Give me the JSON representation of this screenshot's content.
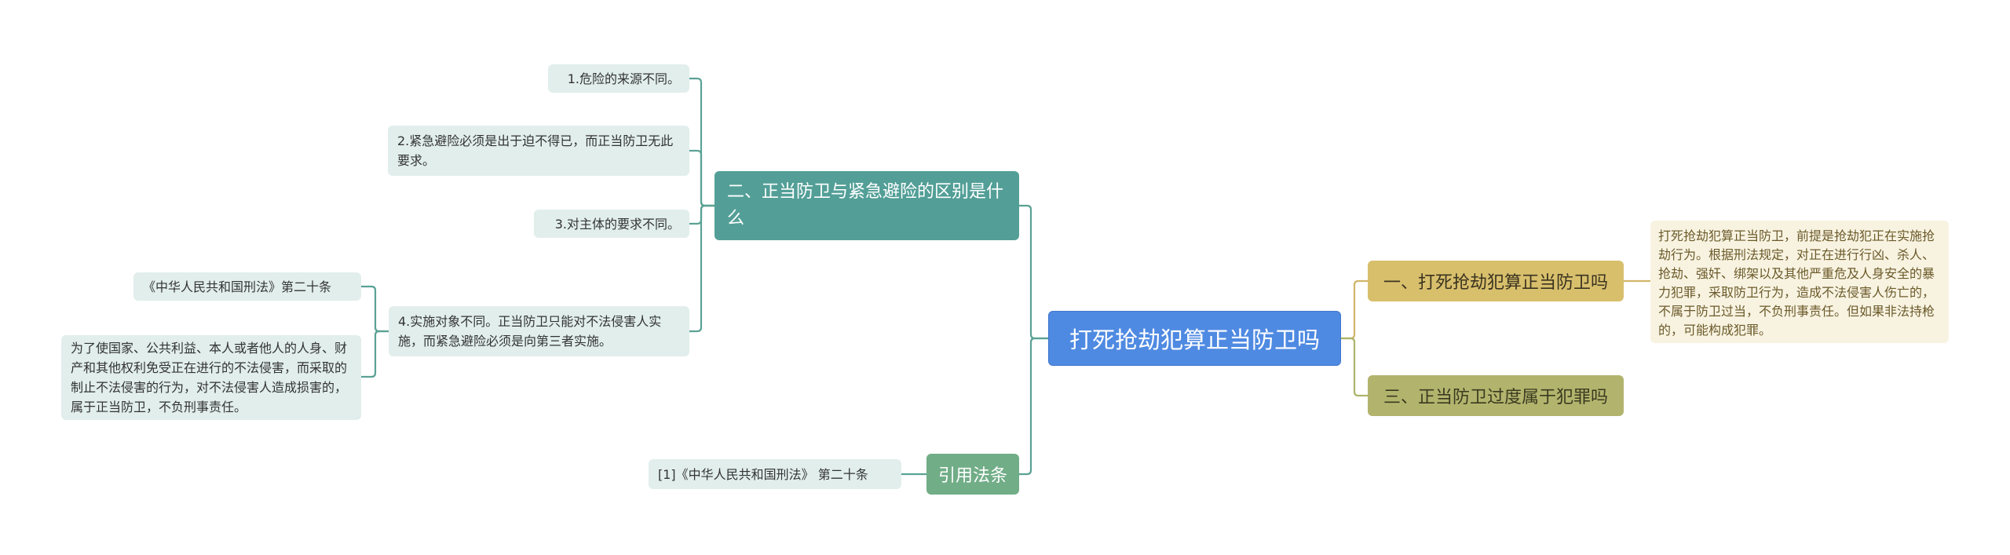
{
  "colors": {
    "root": "#4f8ae2",
    "branch_teal": "#539f97",
    "branch_green": "#71ad87",
    "branch_gold": "#d8bf6c",
    "branch_olive": "#b2b46d",
    "leaf_teal_bg": "#e1eeec",
    "leaf_cream_bg": "#f8f3e1",
    "link_teal": "#5aa294",
    "link_gold": "#d1b56a",
    "link_olive": "#aeb46a"
  },
  "root": {
    "title": "打死抢劫犯算正当防卫吗"
  },
  "left": {
    "branch2": {
      "title": "二、正当防卫与紧急避险的区别是什么",
      "items": [
        "1.危险的来源不同。",
        "2.紧急避险必须是出于迫不得已，而正当防卫无此要求。",
        "3.对主体的要求不同。",
        "4.实施对象不同。正当防卫只能对不法侵害人实施，而紧急避险必须是向第三者实施。"
      ],
      "item4_children": [
        "《中华人民共和国刑法》第二十条",
        "为了使国家、公共利益、本人或者他人的人身、财产和其他权利免受正在进行的不法侵害，而采取的制止不法侵害的行为，对不法侵害人造成损害的，属于正当防卫，不负刑事责任。"
      ]
    },
    "citation": {
      "title": "引用法条",
      "items": [
        "[1]《中华人民共和国刑法》 第二十条"
      ]
    }
  },
  "right": {
    "branch1": {
      "title": "一、打死抢劫犯算正当防卫吗",
      "detail": "打死抢劫犯算正当防卫，前提是抢劫犯正在实施抢劫行为。根据刑法规定，对正在进行行凶、杀人、抢劫、强奸、绑架以及其他严重危及人身安全的暴力犯罪，采取防卫行为，造成不法侵害人伤亡的，不属于防卫过当，不负刑事责任。但如果非法持枪的，可能构成犯罪。"
    },
    "branch3": {
      "title": "三、正当防卫过度属于犯罪吗"
    }
  }
}
